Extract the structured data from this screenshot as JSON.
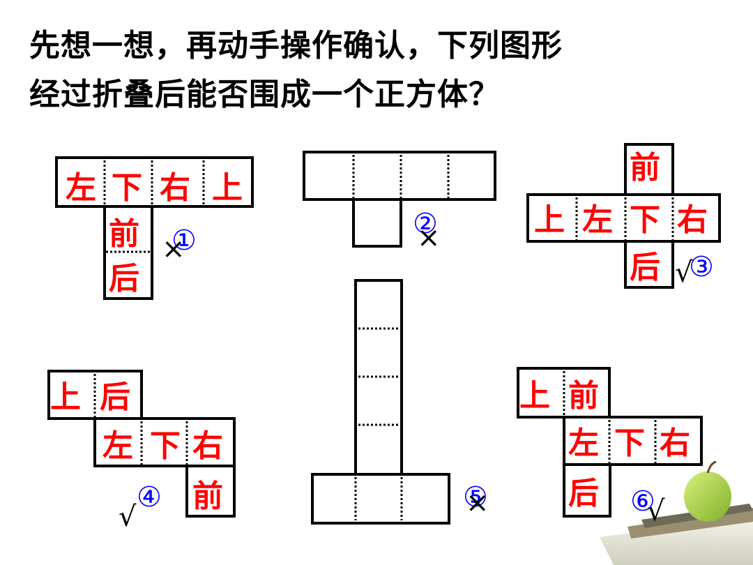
{
  "title": {
    "line1": "先想一想，再动手操作确认，下列图形",
    "line2": "经过折叠后能否围成一个正方体？"
  },
  "faces": {
    "left": "左",
    "down": "下",
    "right": "右",
    "up": "上",
    "front": "前",
    "back": "后"
  },
  "figures": [
    {
      "number": "①",
      "answer": "×"
    },
    {
      "number": "②",
      "answer": "×"
    },
    {
      "number": "③",
      "answer": "√"
    },
    {
      "number": "④",
      "answer": "√"
    },
    {
      "number": "⑤",
      "answer": "×"
    },
    {
      "number": "⑥",
      "answer": "√"
    }
  ]
}
